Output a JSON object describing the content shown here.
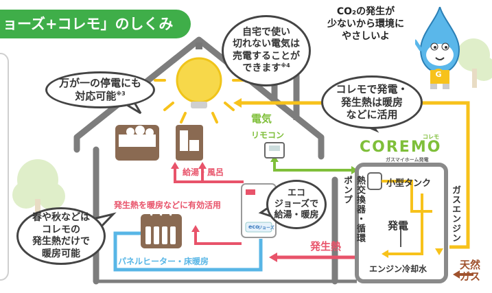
{
  "banner": {
    "title": "ョーズ+コレモ」のしくみ"
  },
  "bubbles": {
    "outage": {
      "text": "万が一の停電にも\n対応可能",
      "note": "※3"
    },
    "sell": {
      "text": "自宅で使い\n切れない電気は\n売電することが\nできます",
      "note": "※4"
    },
    "corem_heat": {
      "text": "コレモで発電・\n発生熱は暖房\nなどに活用"
    },
    "eco": {
      "text": "エコ\nジョーズで\n給湯・暖房"
    },
    "seasons": {
      "text": "春や秋などは\nコレモの\n発生熱だけで\n暖房可能"
    }
  },
  "mascot": {
    "speech": "CO₂の発生が\n少ないから環境に\nやさしいよ",
    "badge": "G"
  },
  "labels": {
    "electricity": "電気",
    "remote": "リモコン",
    "hot_water": "給湯・風呂",
    "heat_use": "発生熱を暖房などに有効活用",
    "panel_heater": "パネルヒーター・床暖房",
    "generated_heat": "発生熱",
    "heat_exchanger": "熱交換器・循環ポンプ",
    "small_tank": "小型タンク",
    "gas_engine": "ガスエンジン",
    "power_gen": "発電",
    "engine_coolant": "エンジン冷却水",
    "natural_gas": "天然\nガス",
    "brand": "COREMO",
    "brand_kana": "コレモ",
    "brand_sub": "ガスマイホーム発電",
    "eco_unit": "eco",
    "eco_unit_kana": "ジョーズ"
  },
  "colors": {
    "green": "#3fae49",
    "yellow": "#f7c21b",
    "red": "#e8536a",
    "blue": "#58b6e6",
    "gray": "#8a8a8a",
    "brown": "#a0522d"
  }
}
